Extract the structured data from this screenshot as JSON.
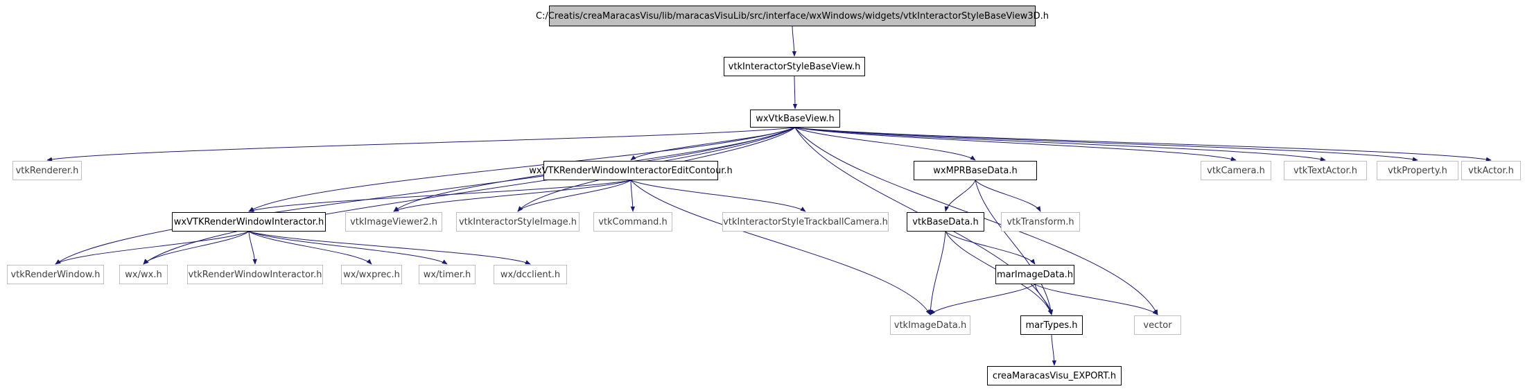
{
  "graph": {
    "edge_color": "#191970",
    "root_fill": "#bfbfbf",
    "internal_border": "#000000",
    "external_border": "#bfbfbf",
    "nodes": [
      {
        "id": "root",
        "label": "C:/Creatis/creaMaracasVisu/lib/maracasVisuLib/src/interface/wxWindows/widgets/vtkInteractorStyleBaseView3D.h",
        "kind": "root"
      },
      {
        "id": "isbv",
        "label": "vtkInteractorStyleBaseView.h",
        "kind": "internal"
      },
      {
        "id": "wxvbv",
        "label": "wxVtkBaseView.h",
        "kind": "internal"
      },
      {
        "id": "vtkRenderer",
        "label": "vtkRenderer.h",
        "kind": "external"
      },
      {
        "id": "editContour",
        "label": "wxVTKRenderWindowInteractorEditContour.h",
        "kind": "internal"
      },
      {
        "id": "mprbd",
        "label": "wxMPRBaseData.h",
        "kind": "internal"
      },
      {
        "id": "vtkCamera",
        "label": "vtkCamera.h",
        "kind": "external"
      },
      {
        "id": "vtkTextActor",
        "label": "vtkTextActor.h",
        "kind": "external"
      },
      {
        "id": "vtkProperty",
        "label": "vtkProperty.h",
        "kind": "external"
      },
      {
        "id": "vtkActor",
        "label": "vtkActor.h",
        "kind": "external"
      },
      {
        "id": "rwi",
        "label": "wxVTKRenderWindowInteractor.h",
        "kind": "internal"
      },
      {
        "id": "iv2",
        "label": "vtkImageViewer2.h",
        "kind": "external"
      },
      {
        "id": "isi",
        "label": "vtkInteractorStyleImage.h",
        "kind": "external"
      },
      {
        "id": "vtkCommand",
        "label": "vtkCommand.h",
        "kind": "external"
      },
      {
        "id": "istc",
        "label": "vtkInteractorStyleTrackballCamera.h",
        "kind": "external"
      },
      {
        "id": "vbd",
        "label": "vtkBaseData.h",
        "kind": "internal"
      },
      {
        "id": "vtkTransform",
        "label": "vtkTransform.h",
        "kind": "external"
      },
      {
        "id": "vtkRenderWindow",
        "label": "vtkRenderWindow.h",
        "kind": "external"
      },
      {
        "id": "wxwx",
        "label": "wx/wx.h",
        "kind": "external"
      },
      {
        "id": "vrwi",
        "label": "vtkRenderWindowInteractor.h",
        "kind": "external"
      },
      {
        "id": "wxprec",
        "label": "wx/wxprec.h",
        "kind": "external"
      },
      {
        "id": "wxtimer",
        "label": "wx/timer.h",
        "kind": "external"
      },
      {
        "id": "dcclient",
        "label": "wx/dcclient.h",
        "kind": "external"
      },
      {
        "id": "mid",
        "label": "marImageData.h",
        "kind": "internal"
      },
      {
        "id": "vtkImageData",
        "label": "vtkImageData.h",
        "kind": "external"
      },
      {
        "id": "marTypes",
        "label": "marTypes.h",
        "kind": "internal"
      },
      {
        "id": "vector",
        "label": "vector",
        "kind": "external"
      },
      {
        "id": "export",
        "label": "creaMaracasVisu_EXPORT.h",
        "kind": "internal"
      }
    ],
    "edges": [
      [
        "root",
        "isbv"
      ],
      [
        "isbv",
        "wxvbv"
      ],
      [
        "wxvbv",
        "vtkRenderer"
      ],
      [
        "wxvbv",
        "vtkRenderWindow"
      ],
      [
        "wxvbv",
        "wxwx"
      ],
      [
        "wxvbv",
        "rwi"
      ],
      [
        "wxvbv",
        "iv2"
      ],
      [
        "wxvbv",
        "isi"
      ],
      [
        "wxvbv",
        "editContour"
      ],
      [
        "wxvbv",
        "mprbd"
      ],
      [
        "wxvbv",
        "marTypes"
      ],
      [
        "wxvbv",
        "vector"
      ],
      [
        "wxvbv",
        "vtkCamera"
      ],
      [
        "wxvbv",
        "vtkTextActor"
      ],
      [
        "wxvbv",
        "vtkProperty"
      ],
      [
        "wxvbv",
        "vtkActor"
      ],
      [
        "editContour",
        "rwi"
      ],
      [
        "editContour",
        "iv2"
      ],
      [
        "editContour",
        "isi"
      ],
      [
        "editContour",
        "vtkCommand"
      ],
      [
        "editContour",
        "istc"
      ],
      [
        "editContour",
        "vtkImageData"
      ],
      [
        "rwi",
        "vtkRenderWindow"
      ],
      [
        "rwi",
        "wxwx"
      ],
      [
        "rwi",
        "vrwi"
      ],
      [
        "rwi",
        "wxprec"
      ],
      [
        "rwi",
        "wxtimer"
      ],
      [
        "rwi",
        "dcclient"
      ],
      [
        "mprbd",
        "vbd"
      ],
      [
        "mprbd",
        "vtkTransform"
      ],
      [
        "mprbd",
        "marTypes"
      ],
      [
        "vbd",
        "vtkImageData"
      ],
      [
        "vbd",
        "mid"
      ],
      [
        "vbd",
        "marTypes"
      ],
      [
        "mid",
        "vtkImageData"
      ],
      [
        "mid",
        "marTypes"
      ],
      [
        "mid",
        "vector"
      ],
      [
        "marTypes",
        "export"
      ]
    ]
  }
}
